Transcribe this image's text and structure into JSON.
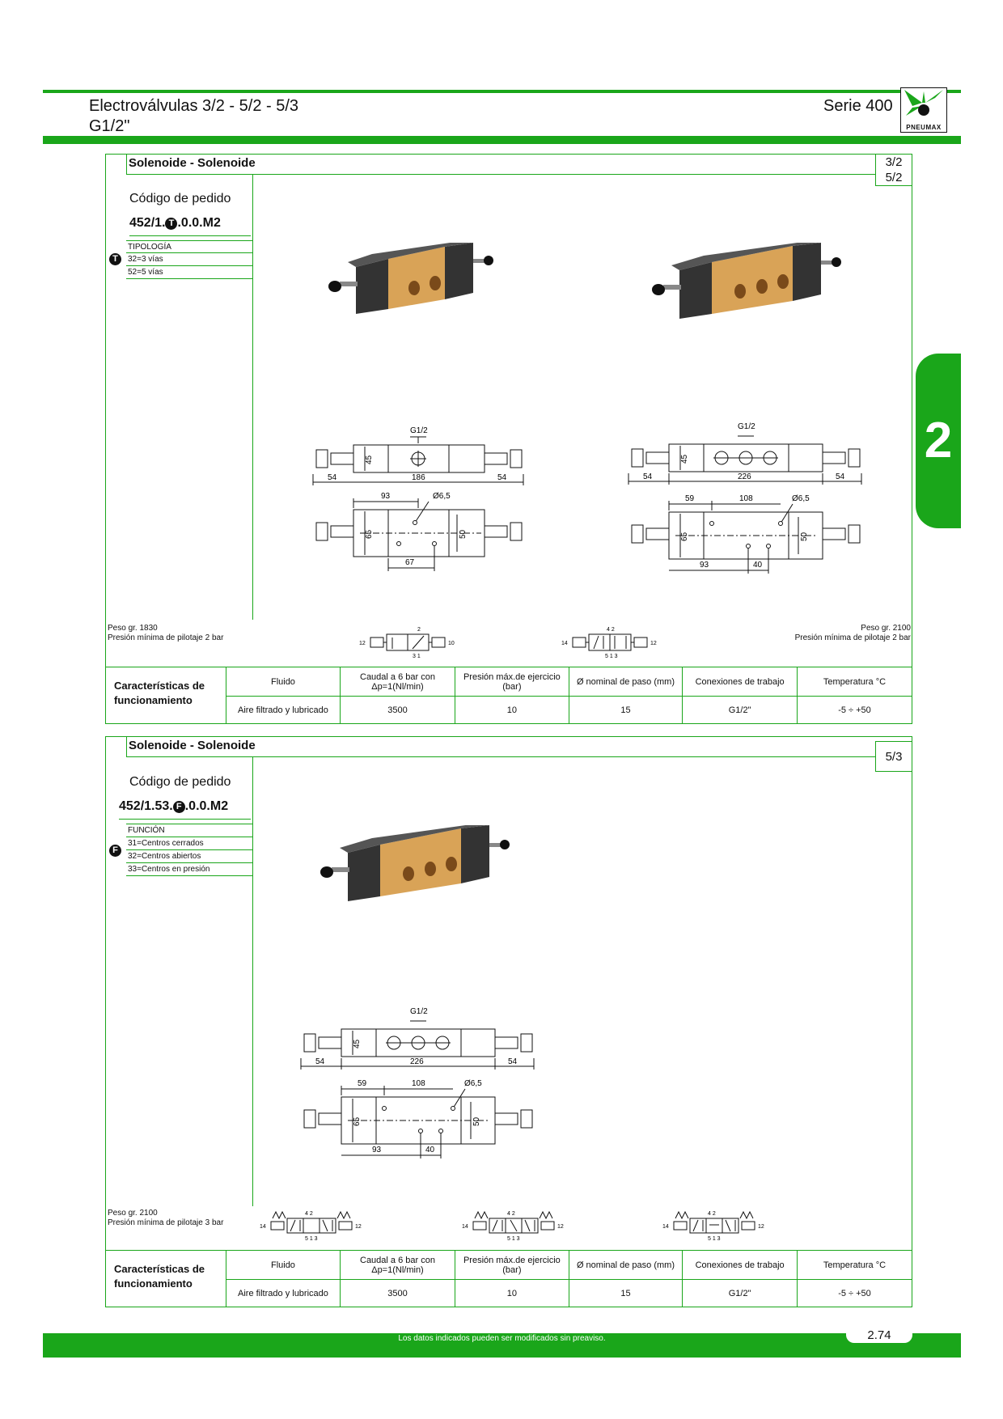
{
  "header": {
    "title_line1": "Electroválvulas 3/2 - 5/2 - 5/3",
    "title_line2": "G1/2\"",
    "series": "Serie 400",
    "logo_text": "PNEUMAX"
  },
  "side_tab": "2",
  "section1": {
    "heading": "Solenoide - Solenoide",
    "tags": [
      "3/2",
      "5/2"
    ],
    "order_label": "Código de pedido",
    "code_prefix": "452/1.",
    "code_badge": "T",
    "code_suffix": ".0.0.M2",
    "option_badge": "T",
    "option_title": "TIPOLOGÍA",
    "options": [
      "32=3 vías",
      "52=5 vías"
    ],
    "left_weight": "Peso gr. 1830",
    "left_pressure": "Presión mínima de pilotaje 2 bar",
    "right_weight": "Peso gr. 2100",
    "right_pressure": "Presión mínima de pilotaje 2 bar",
    "dim_left": {
      "port": "G1/2",
      "h45": "45",
      "w54a": "54",
      "w186": "186",
      "w54b": "54",
      "d93": "93",
      "d65": "Ø6,5",
      "h65": "65",
      "h50": "50",
      "d67": "67"
    },
    "dim_right": {
      "port": "G1/2",
      "h45": "45",
      "w54a": "54",
      "w226": "226",
      "w54b": "54",
      "d59": "59",
      "d108": "108",
      "d65": "Ø6,5",
      "h65": "65",
      "h50": "50",
      "d93": "93",
      "d40": "40"
    },
    "sym1": {
      "left": "12",
      "right": "10",
      "top": "2",
      "bottom": "3 1"
    },
    "sym2": {
      "left": "14",
      "right": "12",
      "top": "4 2",
      "bottom": "5 1 3"
    }
  },
  "section2": {
    "heading": "Solenoide - Solenoide",
    "tags": [
      "5/3"
    ],
    "order_label": "Código de pedido",
    "code_prefix": "452/1.53.",
    "code_badge": "F",
    "code_suffix": ".0.0.M2",
    "option_badge": "F",
    "option_title": "FUNCIÓN",
    "options": [
      "31=Centros cerrados",
      "32=Centros abiertos",
      "33=Centros en presión"
    ],
    "left_weight": "Peso gr. 2100",
    "left_pressure": "Presión mínima de pilotaje 3 bar",
    "dim": {
      "port": "G1/2",
      "h45": "45",
      "w54a": "54",
      "w226": "226",
      "w54b": "54",
      "d59": "59",
      "d108": "108",
      "d65": "Ø6,5",
      "h65": "65",
      "h50": "50",
      "d93": "93",
      "d40": "40"
    },
    "sym": {
      "left": "14",
      "right": "12",
      "top": "4 2",
      "bottom": "5 1 3"
    }
  },
  "spec": {
    "label": "Características de funcionamiento",
    "headers": [
      "Fluido",
      "Caudal a 6 bar con Δp=1(Nl/min)",
      "Presión máx.de ejercicio (bar)",
      "Ø nominal de paso (mm)",
      "Conexiones de trabajo",
      "Temperatura °C"
    ],
    "values": [
      "Aire filtrado y lubricado",
      "3500",
      "10",
      "15",
      "G1/2\"",
      "-5 ÷ +50"
    ]
  },
  "footer": {
    "note": "Los datos indicados pueden ser modificados sin preaviso.",
    "page": "2.74"
  }
}
